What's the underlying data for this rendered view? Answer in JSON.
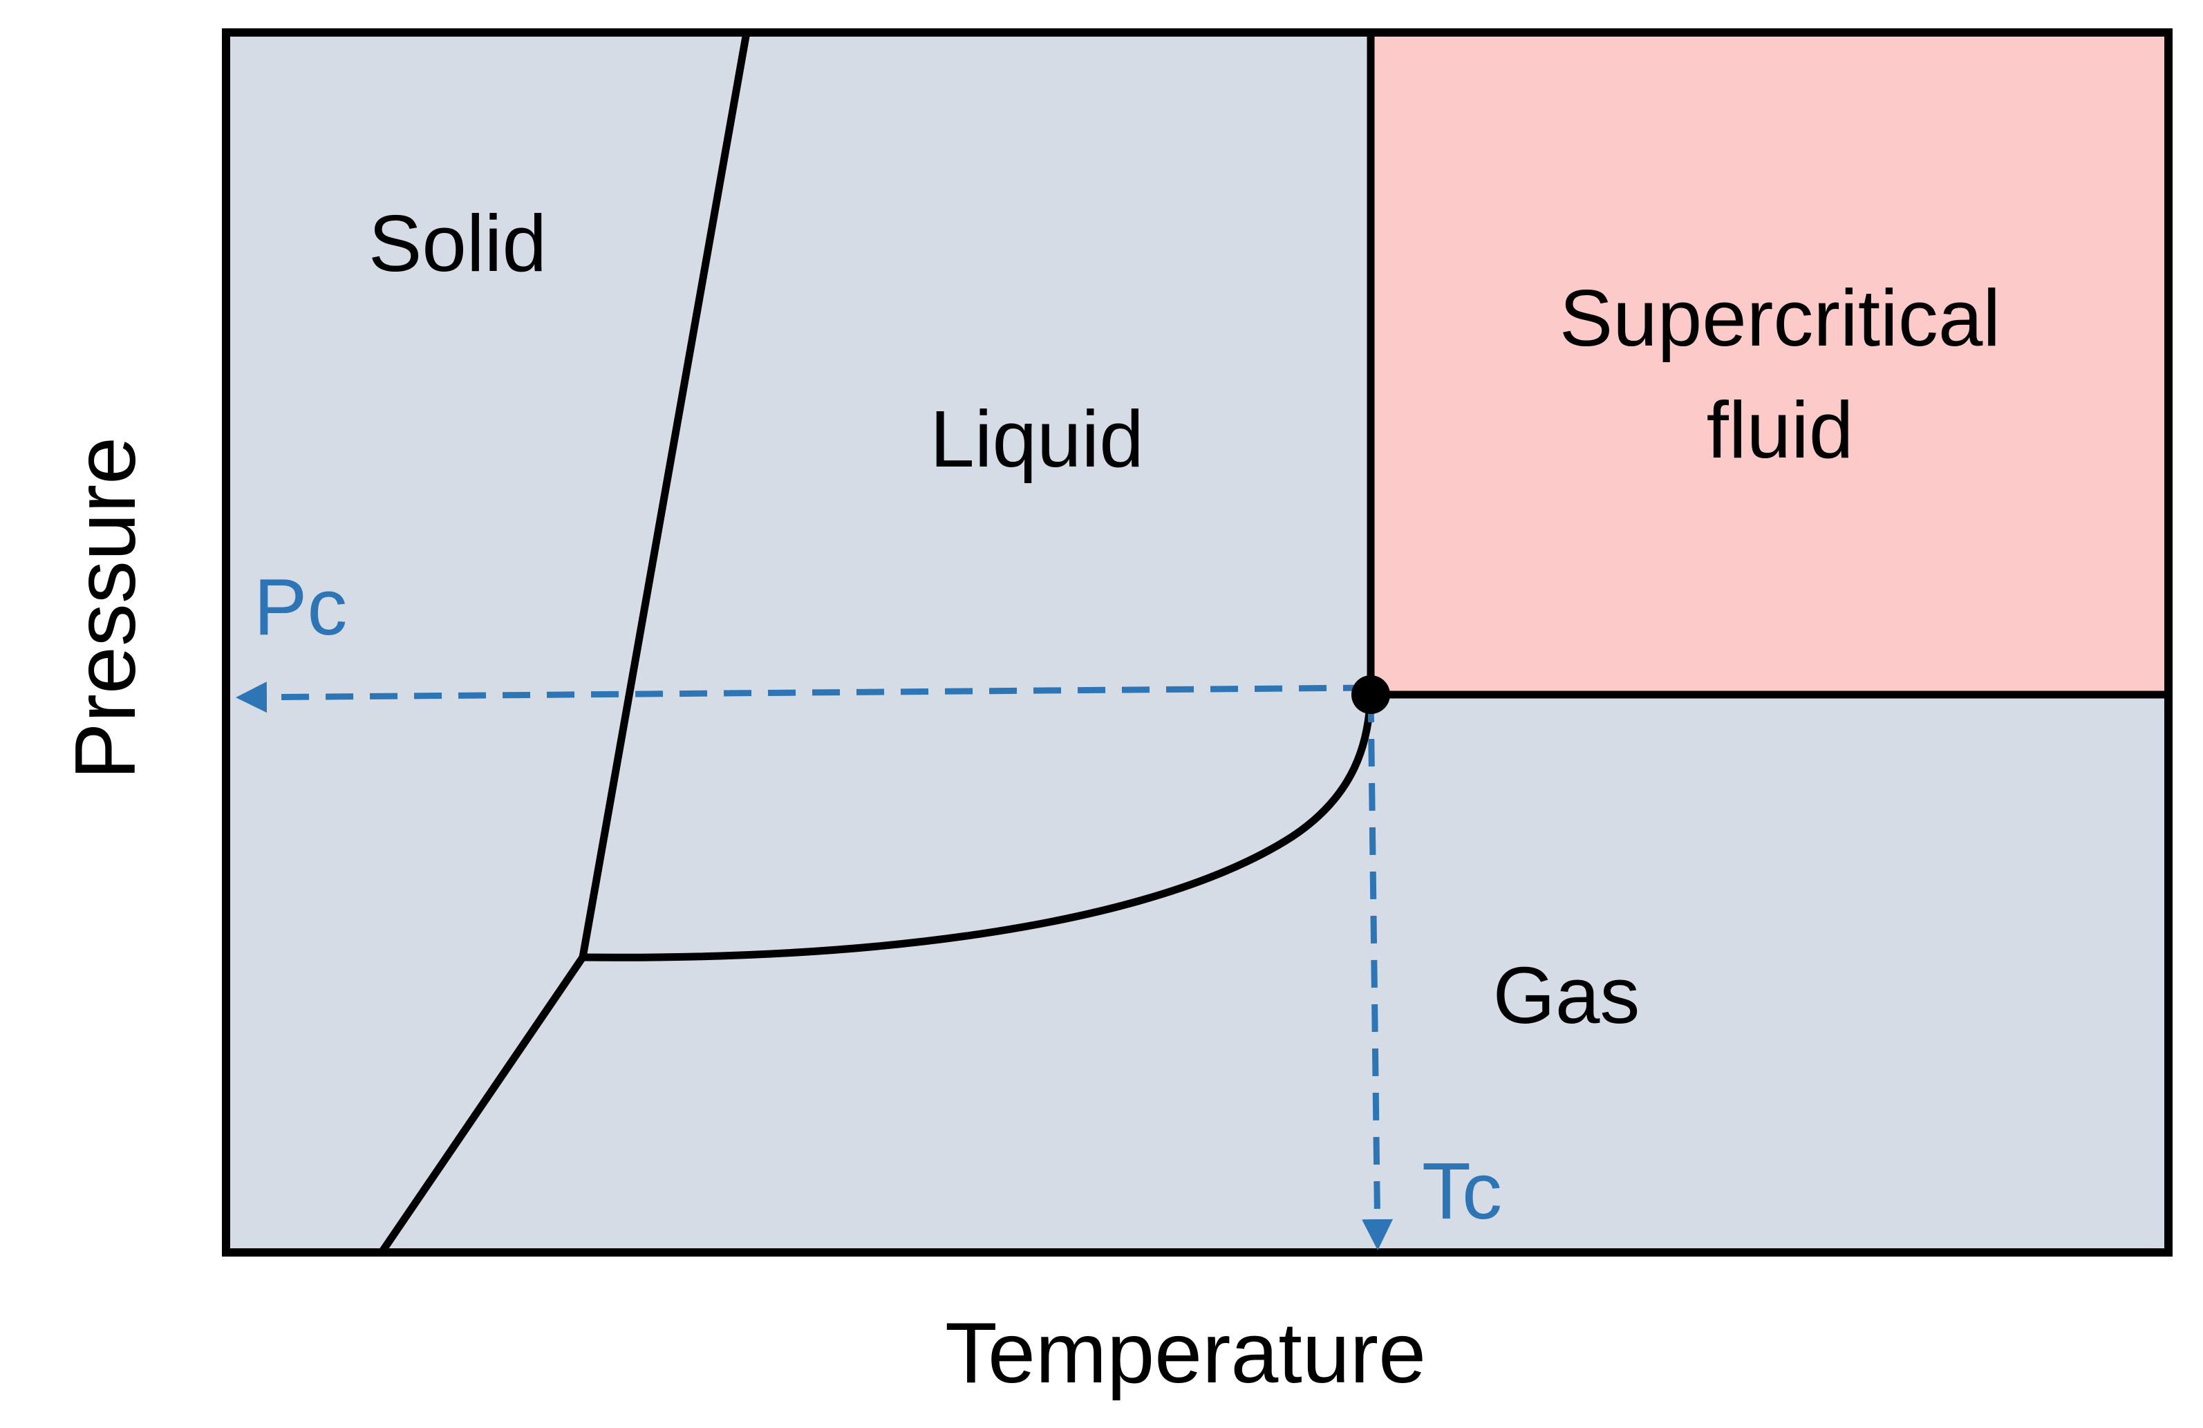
{
  "colors": {
    "background_region": "#d6dce6",
    "supercritical_region": "#fccac8",
    "boundary_line": "#000000",
    "critical_guide": "#2e75b6",
    "critical_point": "#000000"
  },
  "axes": {
    "x_label": "Temperature",
    "y_label": "Pressure"
  },
  "regions": {
    "solid": "Solid",
    "liquid": "Liquid",
    "gas": "Gas",
    "supercritical_line1": "Supercritical",
    "supercritical_line2": "fluid"
  },
  "critical_point": {
    "pressure_label": "Pc",
    "temperature_label": "Tc"
  }
}
